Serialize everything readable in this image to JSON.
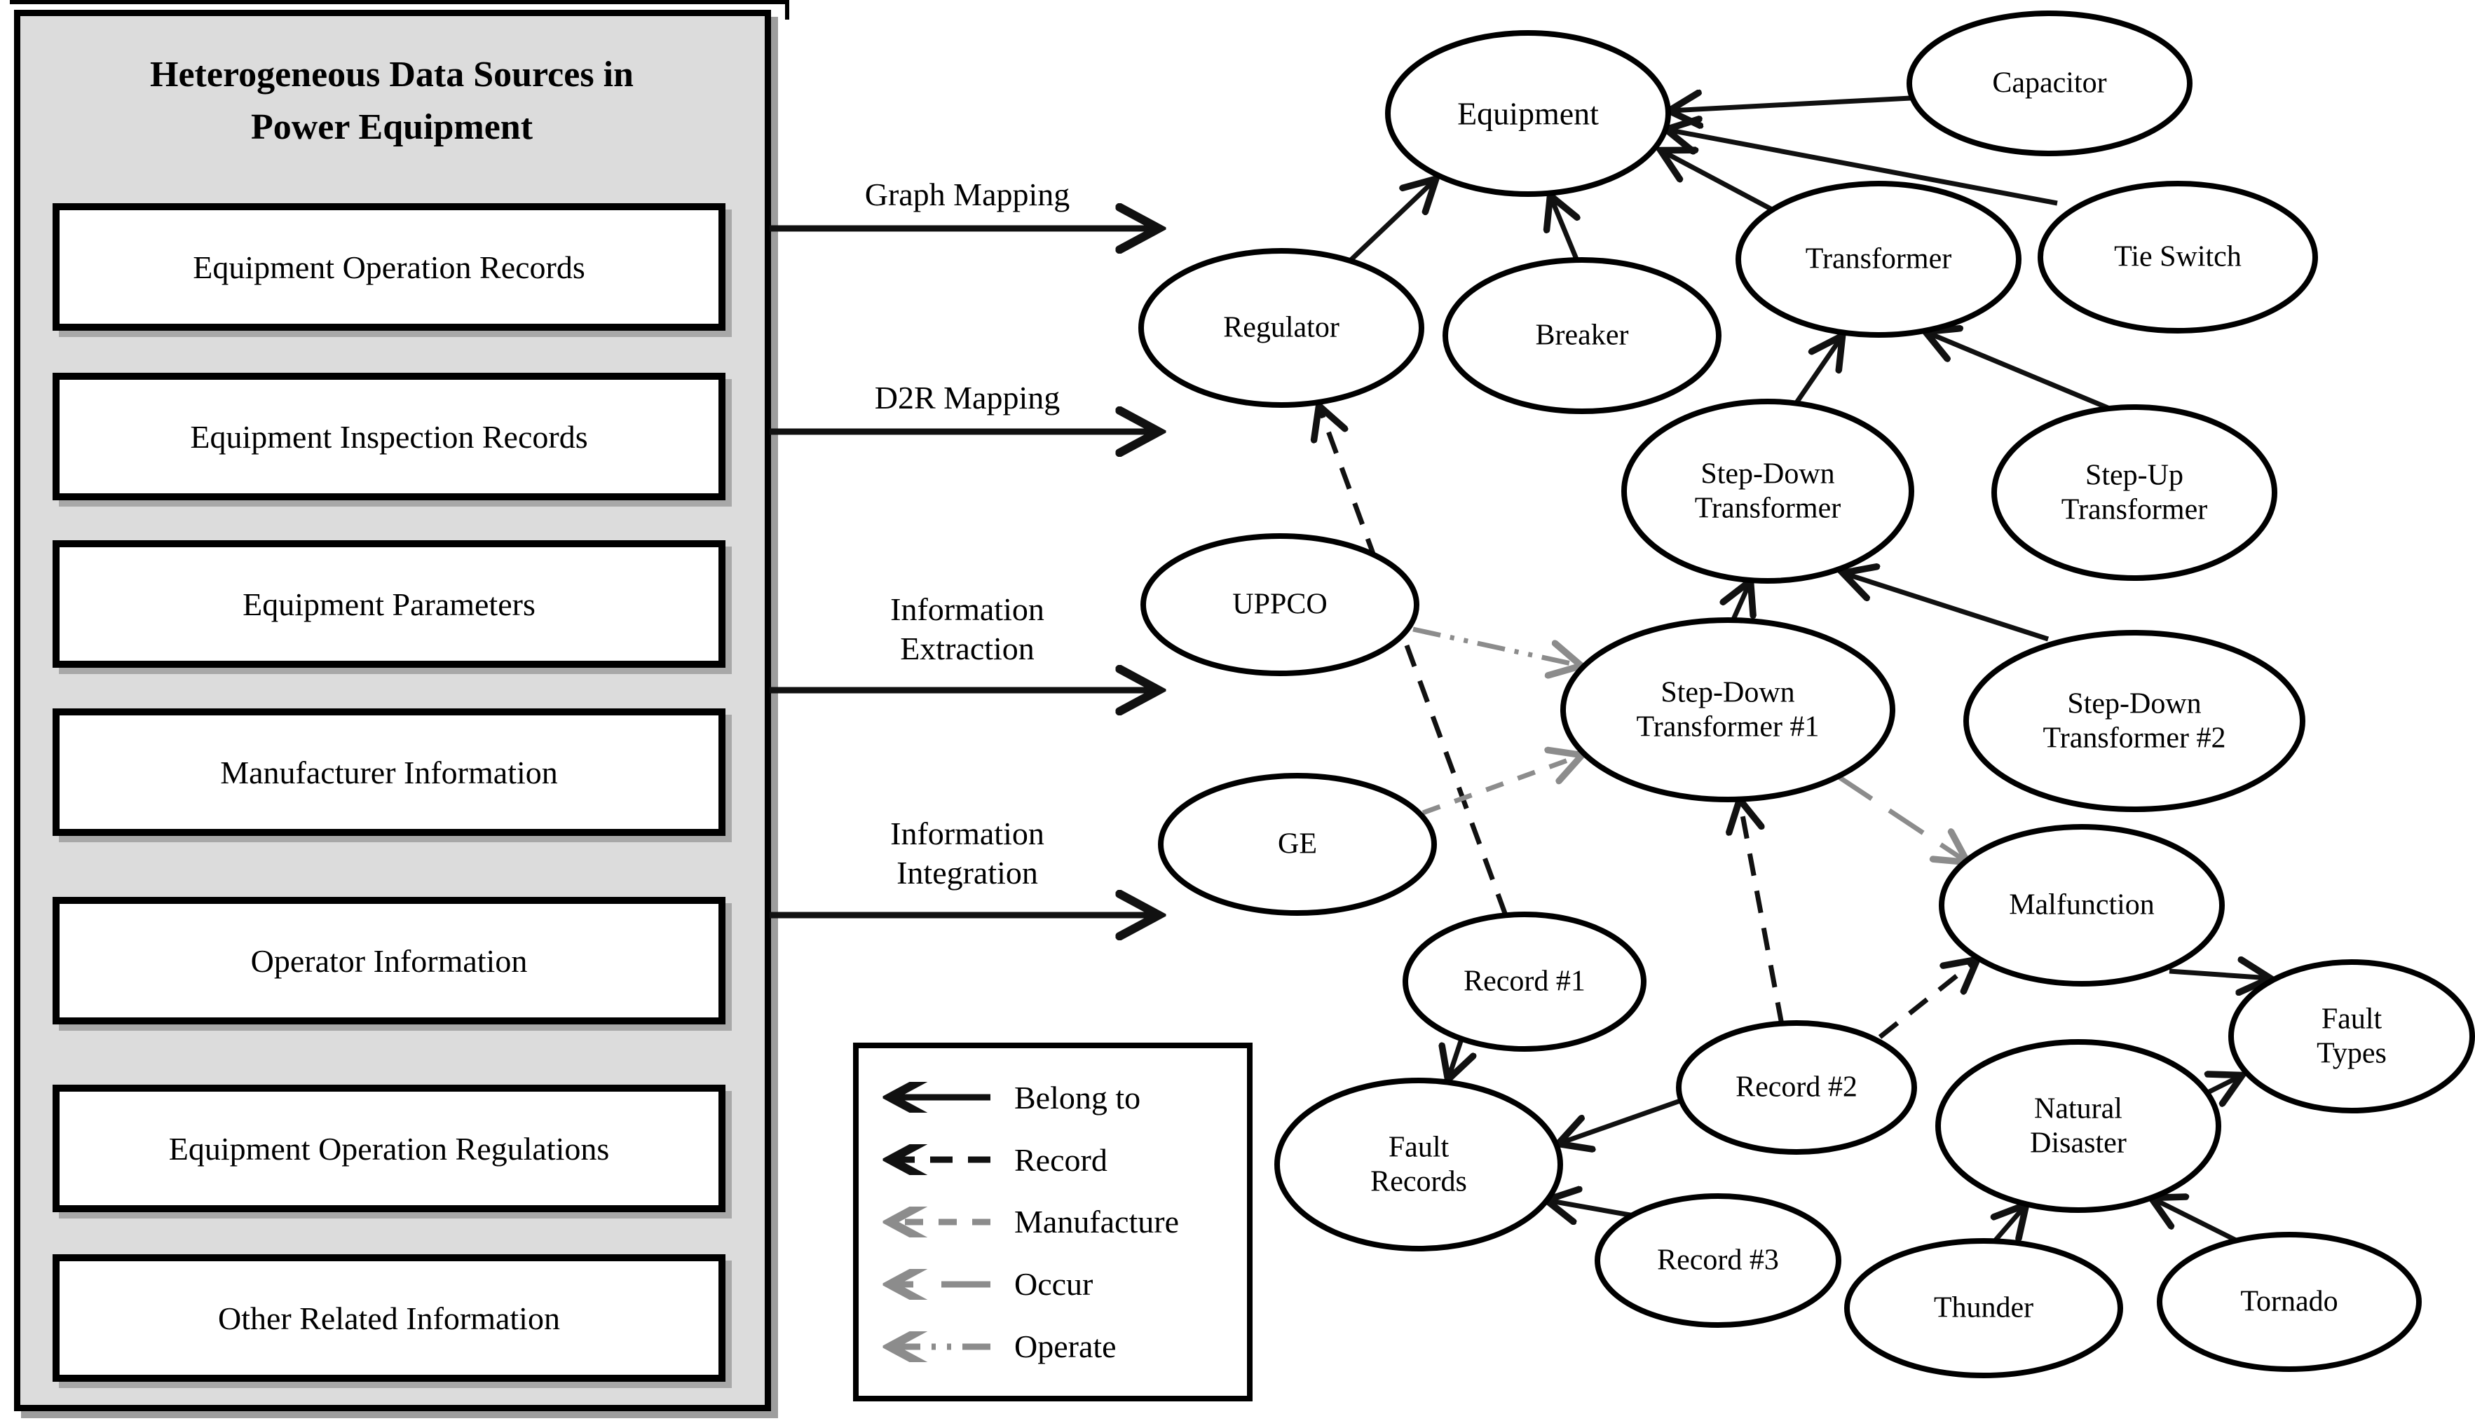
{
  "panel": {
    "title": "Heterogeneous Data Sources in\nPower Equipment",
    "sources": [
      "Equipment Operation Records",
      "Equipment Inspection Records",
      "Equipment Parameters",
      "Manufacturer Information",
      "Operator Information",
      "Equipment Operation Regulations",
      "Other Related Information"
    ]
  },
  "mappings": [
    {
      "label": "Graph Mapping"
    },
    {
      "label": "D2R Mapping"
    },
    {
      "label": "Information\nExtraction"
    },
    {
      "label": "Information\nIntegration"
    }
  ],
  "nodes": {
    "equipment": {
      "label": "Equipment"
    },
    "capacitor": {
      "label": "Capacitor"
    },
    "regulator": {
      "label": "Regulator"
    },
    "breaker": {
      "label": "Breaker"
    },
    "transformer": {
      "label": "Transformer"
    },
    "tie_switch": {
      "label": "Tie Switch"
    },
    "step_down_transformer": {
      "label": "Step-Down\nTransformer"
    },
    "step_up_transformer": {
      "label": "Step-Up\nTransformer"
    },
    "uppco": {
      "label": "UPPCO"
    },
    "step_down_transformer_1": {
      "label": "Step-Down\nTransformer #1"
    },
    "step_down_transformer_2": {
      "label": "Step-Down\nTransformer #2"
    },
    "ge": {
      "label": "GE"
    },
    "malfunction": {
      "label": "Malfunction"
    },
    "record_1": {
      "label": "Record #1"
    },
    "fault_types": {
      "label": "Fault Types"
    },
    "record_2": {
      "label": "Record #2"
    },
    "natural_disaster": {
      "label": "Natural\nDisaster"
    },
    "fault_records": {
      "label": "Fault\nRecords"
    },
    "record_3": {
      "label": "Record #3"
    },
    "thunder": {
      "label": "Thunder"
    },
    "tornado": {
      "label": "Tornado"
    }
  },
  "legend": {
    "items": [
      {
        "label": "Belong to",
        "style": "solid-black-arrow"
      },
      {
        "label": "Record",
        "style": "dashed-black-arrow"
      },
      {
        "label": "Manufacture",
        "style": "dashed-gray-arrow"
      },
      {
        "label": "Occur",
        "style": "long-dash-gray-arrow"
      },
      {
        "label": "Operate",
        "style": "dash-dot-gray-arrow"
      }
    ]
  },
  "colors": {
    "edge_black": "#111111",
    "edge_gray": "#8c8c8c",
    "panel_background": "#dcdcdc"
  }
}
